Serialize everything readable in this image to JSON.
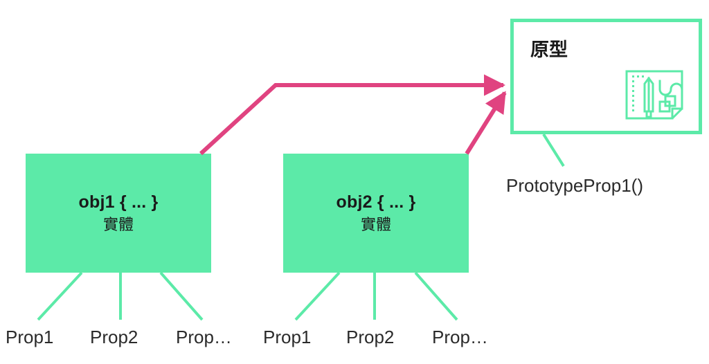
{
  "diagram": {
    "title": "JavaScript prototype diagram",
    "colors": {
      "instance_fill": "#5CEAA8",
      "prototype_border": "#5CEAA8",
      "connector_green": "#5CEAA8",
      "arrow_pink": "#E04380",
      "text": "#1a1a1a",
      "background": "#ffffff"
    },
    "prototype": {
      "label": "原型",
      "icon_name": "prototype-blueprint-icon",
      "prop_label": "PrototypeProp1()"
    },
    "instances": [
      {
        "id": "obj1",
        "title": "obj1 { ... }",
        "subtitle": "實體",
        "props": [
          "Prop1",
          "Prop2",
          "Prop…"
        ]
      },
      {
        "id": "obj2",
        "title": "obj2 { ... }",
        "subtitle": "實體",
        "props": [
          "Prop1",
          "Prop2",
          "Prop…"
        ]
      }
    ]
  }
}
